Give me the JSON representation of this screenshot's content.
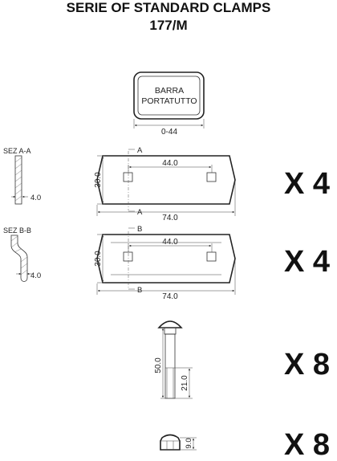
{
  "title": {
    "line1": "SERIE OF STANDARD CLAMPS",
    "line2": "177/M"
  },
  "bar_holder": {
    "label_line1": "BARRA",
    "label_line2": "PORTATUTTO",
    "dimension": "0-44"
  },
  "clamp_a": {
    "section_label": "SEZ A-A",
    "section_thickness": "4.0",
    "marker": "A",
    "hole_spacing": "44.0",
    "height": "30.0",
    "length": "74.0",
    "quantity": "X 4"
  },
  "clamp_b": {
    "section_label": "SEZ B-B",
    "section_thickness": "4.0",
    "marker": "B",
    "hole_spacing": "44.0",
    "height": "30.0",
    "length": "74.0",
    "quantity": "X 4"
  },
  "bolt": {
    "length": "50.0",
    "thread_length": "21.0",
    "quantity": "X 8"
  },
  "nut": {
    "height": "9.0",
    "quantity": "X 8"
  }
}
